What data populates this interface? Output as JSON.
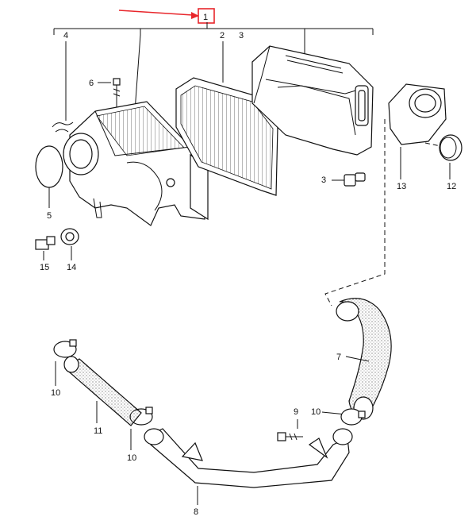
{
  "highlight": {
    "label": "1",
    "color": "#e8262b"
  },
  "callouts": {
    "c1": "1",
    "c2": "2",
    "c3_top": "3",
    "c3_mid": "3",
    "c4": "4",
    "c5": "5",
    "c6": "6",
    "c7": "7",
    "c8": "8",
    "c9": "9",
    "c10_a": "10",
    "c10_b": "10",
    "c10_c": "10",
    "c11": "11",
    "c12": "12",
    "c13": "13",
    "c14": "14",
    "c15": "15"
  }
}
